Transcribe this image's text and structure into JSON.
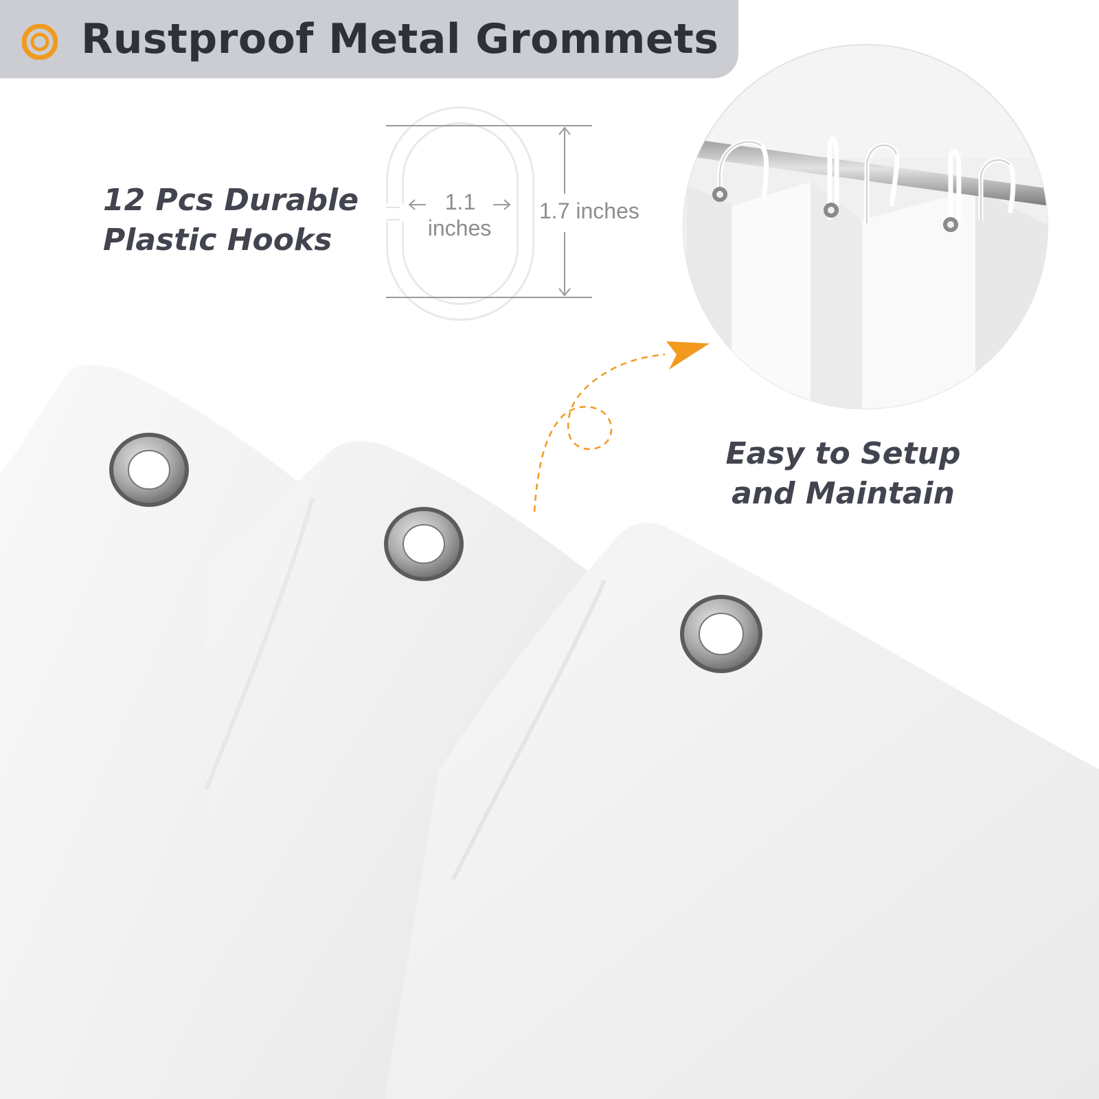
{
  "header": {
    "title": "Rustproof Metal Grommets",
    "icon": "orange-ring-bullet-icon",
    "background_color": "#cbcdd3",
    "accent_color": "#f29a1e"
  },
  "hooks": {
    "label_line1": "12 Pcs Durable",
    "label_line2": "Plastic Hooks",
    "width_value": "1.1",
    "width_unit": "inches",
    "height_text": "1.7 inches"
  },
  "setup": {
    "label_line1": "Easy to Setup",
    "label_line2": "and Maintain"
  }
}
